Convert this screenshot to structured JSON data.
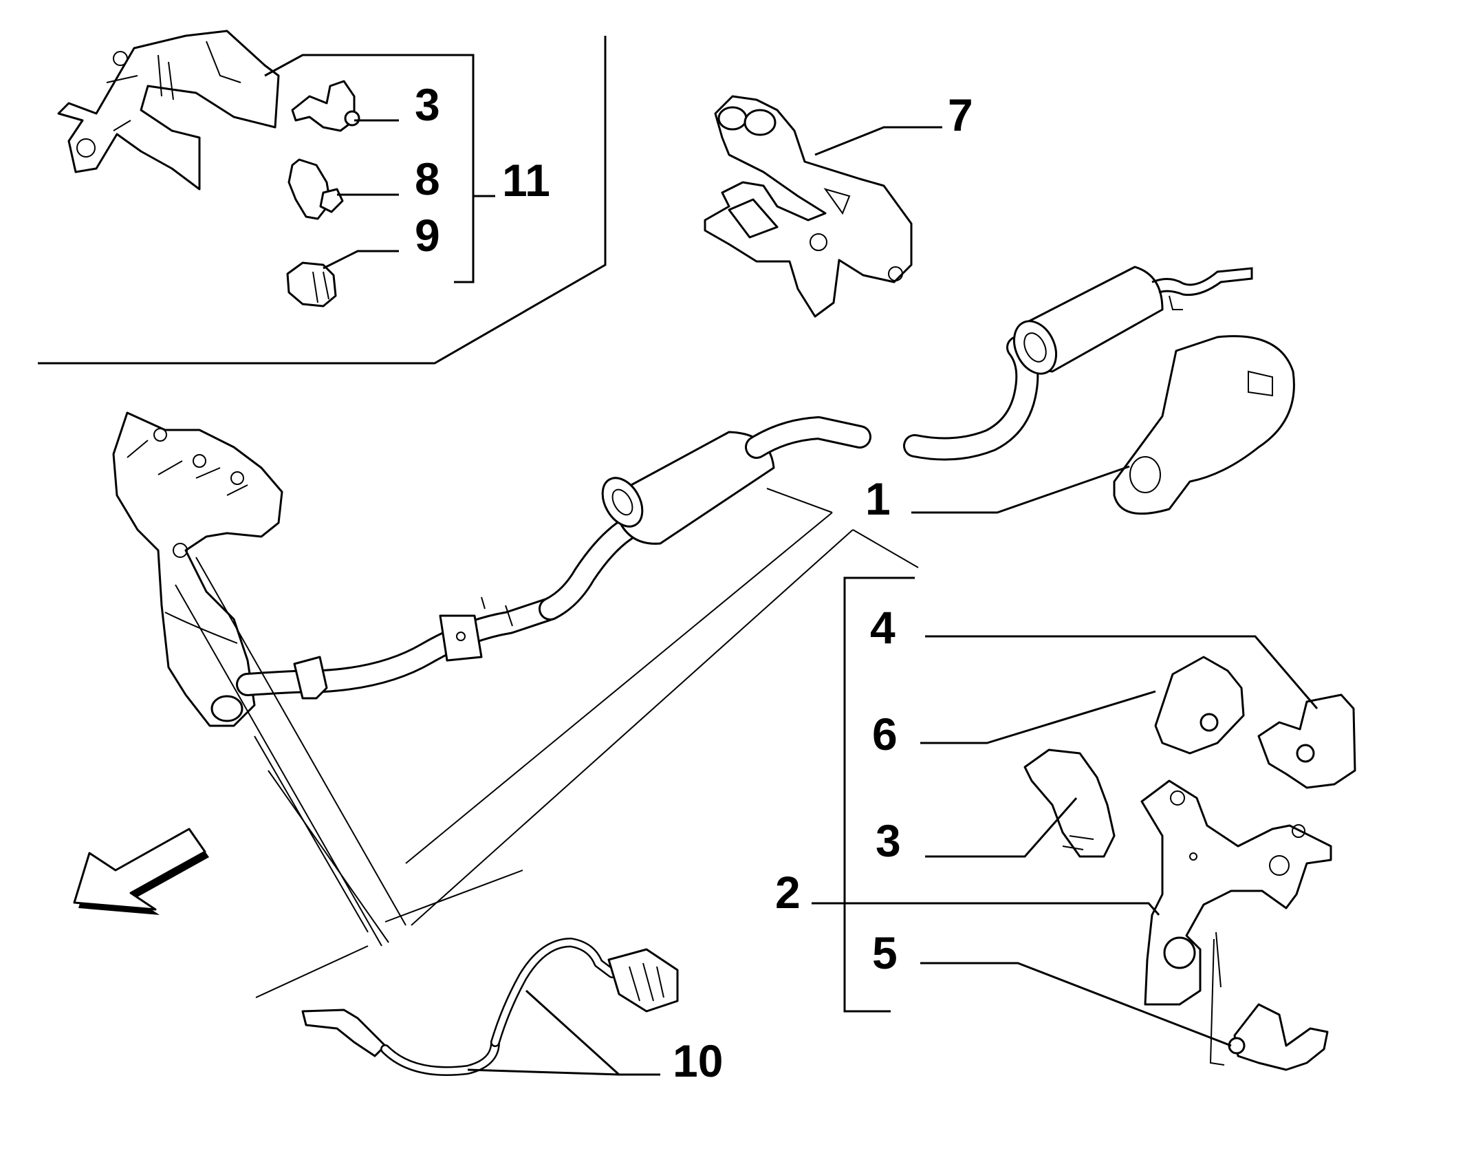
{
  "callouts": {
    "c1": "1",
    "c2": "2",
    "c3_top": "3",
    "c3_bottom": "3",
    "c4": "4",
    "c5": "5",
    "c6": "6",
    "c7": "7",
    "c8": "8",
    "c9": "9",
    "c10": "10",
    "c11": "11"
  },
  "colors": {
    "line": "#000000",
    "background": "#ffffff"
  },
  "icons": [
    "front-direction-arrow-icon"
  ]
}
